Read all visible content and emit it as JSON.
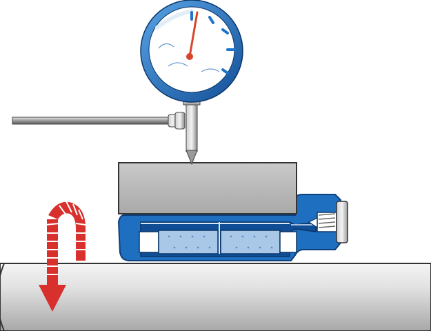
{
  "diagram": {
    "components": [
      {
        "id": "dial-indicator",
        "icon": "dial-gauge-icon"
      },
      {
        "id": "indicator-arm",
        "icon": "rod-icon"
      },
      {
        "id": "gauge-block",
        "icon": "block-icon"
      },
      {
        "id": "hydraulic-clamp",
        "icon": "clamp-icon"
      },
      {
        "id": "adjustment-screw",
        "icon": "screw-icon"
      },
      {
        "id": "shaft",
        "icon": "cylinder-icon"
      },
      {
        "id": "rotation-arrow",
        "icon": "curved-arrow-icon"
      }
    ],
    "colors": {
      "gauge_rim": "#1e74c8",
      "needle": "#d8442c",
      "clamp_body": "#1f6fc1",
      "clamp_chamber": "#a9c8e8",
      "block": "#b8b8b8",
      "shaft": "#c9c9c9",
      "arrow": "#d8302c"
    }
  }
}
